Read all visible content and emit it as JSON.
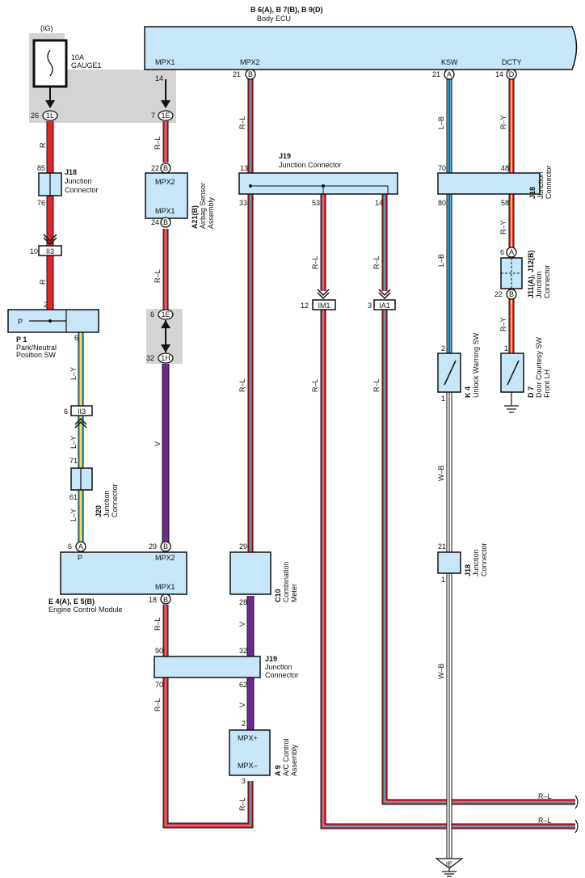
{
  "ecu": {
    "title": "B 6(A), B 7(B), B 9(D)",
    "subtitle": "Body ECU",
    "mpx1": "MPX1",
    "mpx2": "MPX2",
    "ksw": "KSW",
    "dcty": "DCTY",
    "pin_mpx1": "14",
    "pin_mpx2": "21",
    "pin_ksw": "21",
    "pin_dcty": "14",
    "conn_b": "B",
    "conn_a": "A",
    "conn_d": "D"
  },
  "fuse": {
    "ig": "(IG)",
    "rating": "10A",
    "name": "GAUGE1",
    "pin1": "26",
    "conn1": "1L",
    "pin2": "7",
    "conn2": "1E"
  },
  "wires": {
    "r": "R",
    "rl": "R–L",
    "ly": "L–Y",
    "v": "V",
    "lb": "L–B",
    "ry": "R–Y",
    "wb": "W–B"
  },
  "j18a": {
    "id": "J18",
    "name1": "Junction",
    "name2": "Connector",
    "pin_in": "85",
    "pin_out": "76"
  },
  "ii3a": {
    "pin": "10",
    "id": "II3"
  },
  "p1": {
    "pin_in": "2",
    "label": "P",
    "pin_out": "6",
    "id": "P 1",
    "name1": "Park/Neutral",
    "name2": "Position SW"
  },
  "ii3b": {
    "pin": "6",
    "id": "II3"
  },
  "j20": {
    "id": "J20",
    "name1": "Junction",
    "name2": "Connector",
    "pin_in": "71",
    "pin_out": "61"
  },
  "airbag": {
    "id": "A21(B)",
    "name1": "Airbag Sensor",
    "name2": "Assembly",
    "pin_in": "22",
    "pin_out": "24",
    "mpx2": "MPX2",
    "mpx1": "MPX1",
    "conn": "B"
  },
  "conn1e": {
    "pin": "6",
    "id": "1E"
  },
  "conn1h": {
    "pin": "32",
    "id": "1H"
  },
  "j19a": {
    "id": "J19",
    "name1": "Junction Connector",
    "pin_in": "13",
    "pin_a": "33",
    "pin_b": "53",
    "pin_c": "14"
  },
  "im1": {
    "pin": "12",
    "id": "IM1"
  },
  "ia1": {
    "pin": "3",
    "id": "IA1"
  },
  "j18b": {
    "id": "J18",
    "name1": "Junction",
    "name2": "Connector",
    "pin_a_in": "70",
    "pin_a_out": "80",
    "pin_b_in": "48",
    "pin_b_out": "58"
  },
  "j11": {
    "id": "J11(A), J12(B)",
    "name1": "Junction",
    "name2": "Connector",
    "pin_in": "6",
    "conn_in": "A",
    "pin_out": "22",
    "conn_out": "B"
  },
  "k4": {
    "id": "K 4",
    "name1": "Unlock Warning SW",
    "pin_in": "2",
    "pin_out": "1"
  },
  "d7": {
    "id": "D 7",
    "name1": "Door Courtesy SW",
    "name2": "Front LH",
    "pin_in": "1"
  },
  "ecm": {
    "id": "E 4(A), E 5(B)",
    "name1": "Engine Control Module",
    "p": "P",
    "mpx2": "MPX2",
    "mpx1": "MPX1",
    "pin_p": "6",
    "conn_p": "A",
    "pin_mpx2": "29",
    "pin_mpx1": "18",
    "conn_b": "B"
  },
  "c10": {
    "id": "C10",
    "name1": "Combination",
    "name2": "Meter",
    "pin_in": "29",
    "pin_out": "28"
  },
  "j18c": {
    "id": "J18",
    "name1": "Junction",
    "name2": "Connector",
    "pin_in": "21",
    "pin_out": "1"
  },
  "j19b": {
    "id": "J19",
    "name1": "Junction",
    "name2": "Connector",
    "pin_a_in": "90",
    "pin_a_out": "70",
    "pin_b_in": "32",
    "pin_b_out": "62"
  },
  "a9": {
    "id": "A 9",
    "name1": "A/C Control",
    "name2": "Assembly",
    "pin_in": "2",
    "pin_out": "3",
    "mpxp": "MPX+",
    "mpxm": "MPX–"
  },
  "ground": {
    "id": "IE"
  },
  "exits": {
    "top": "R–L",
    "bottom": "R–L"
  }
}
